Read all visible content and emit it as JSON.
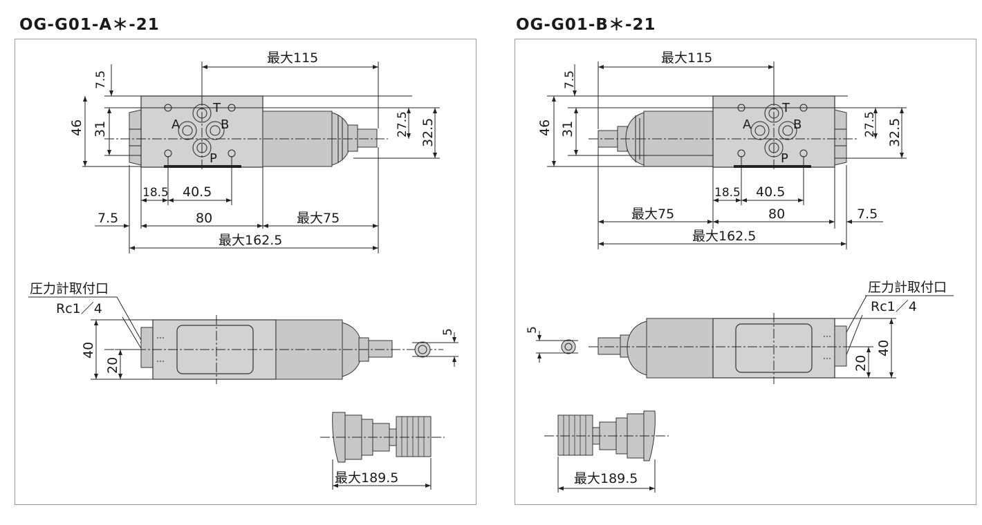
{
  "panels": [
    {
      "title": "OG-G01-A＊-21",
      "dims": {
        "top_max_115": "最大115",
        "d_7_5_top": "7.5",
        "d_46": "46",
        "d_31": "31",
        "d_27_5": "27.5",
        "d_32_5": "32.5",
        "d_18_5": "18.5",
        "d_40_5": "40.5",
        "d_7_5_bottom": "7.5",
        "d_80": "80",
        "max_75": "最大75",
        "max_162_5": "最大162.5",
        "d_40": "40",
        "d_20": "20",
        "d_5": "5",
        "max_189_5": "最大189.5"
      },
      "ports": {
        "A": "A",
        "B": "B",
        "T": "T",
        "P": "P"
      },
      "gauge_port": {
        "label": "圧力計取付口",
        "thread": "Rc1／4"
      }
    },
    {
      "title": "OG-G01-B＊-21",
      "dims": {
        "top_max_115": "最大115",
        "d_7_5_top": "7.5",
        "d_46": "46",
        "d_31": "31",
        "d_27_5": "27.5",
        "d_32_5": "32.5",
        "d_18_5": "18.5",
        "d_40_5": "40.5",
        "d_7_5_bottom": "7.5",
        "d_80": "80",
        "max_75": "最大75",
        "max_162_5": "最大162.5",
        "d_40": "40",
        "d_20": "20",
        "d_5": "5",
        "max_189_5": "最大189.5"
      },
      "ports": {
        "A": "A",
        "B": "B",
        "T": "T",
        "P": "P"
      },
      "gauge_port": {
        "label": "圧力計取付口",
        "thread": "Rc1／4"
      }
    }
  ]
}
